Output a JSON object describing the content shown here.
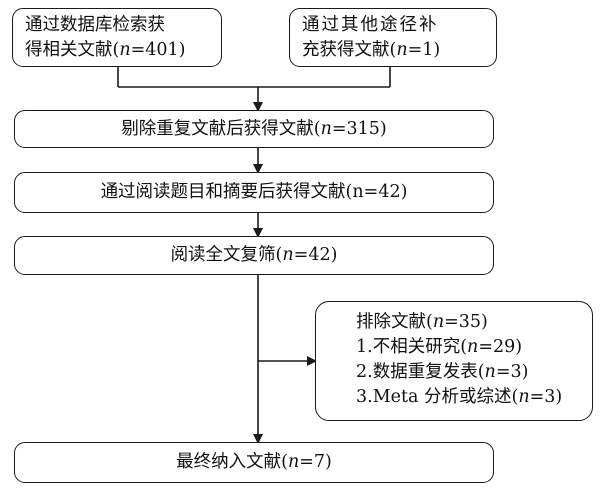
{
  "boxes": {
    "database_search": {
      "line1": "通过数据库检索获",
      "line2_prefix": "得相关文献(",
      "n_label": "n",
      "line2_suffix": "=401)"
    },
    "other_sources": {
      "line1": "通过其他途径补",
      "line2_prefix": "充获得文献(",
      "n_label": "n",
      "line2_suffix": "=1)"
    },
    "after_dedup": {
      "prefix": "剔除重复文献后获得文献(",
      "n_label": "n",
      "suffix": "=315)"
    },
    "after_title_abstract": {
      "text": "通过阅读题目和摘要后获得文献(n=42)"
    },
    "full_text": {
      "prefix": "阅读全文复筛(",
      "n_label": "n",
      "suffix": "=42)"
    },
    "excluded": {
      "title_prefix": "排除文献(",
      "n_label": "n",
      "title_suffix": "=35)",
      "items": [
        {
          "prefix": "1.不相关研究(",
          "n_label": "n",
          "suffix": "=29)"
        },
        {
          "prefix": "2.数据重复发表(",
          "n_label": "n",
          "suffix": "=3)"
        },
        {
          "prefix": "3.Meta 分析或综述(",
          "n_label": "n",
          "suffix": "=3)"
        }
      ]
    },
    "final": {
      "prefix": "最终纳入文献(",
      "n_label": "n",
      "suffix": "=7)"
    }
  }
}
